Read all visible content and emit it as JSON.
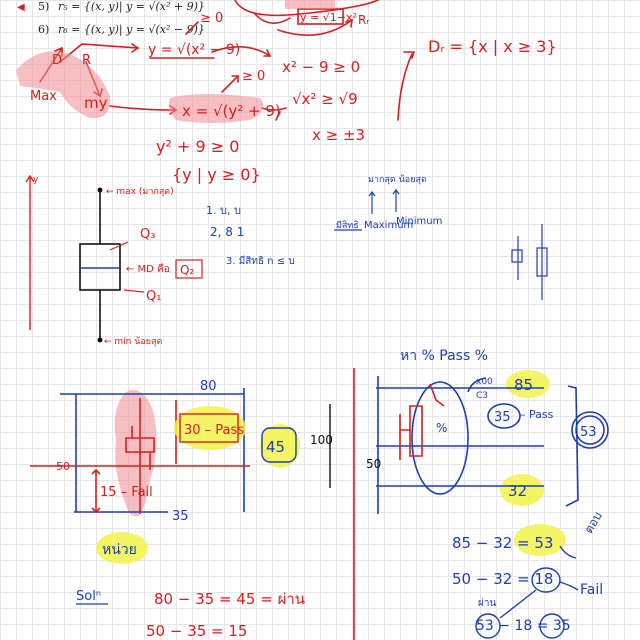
{
  "colors": {
    "ink_red": "#d42020",
    "ink_blue": "#1d3fae",
    "highlight_yellow": "#f3f24a",
    "highlight_pink": "#f08a90",
    "grid": "#e6e6ea"
  },
  "printed": {
    "item5_num": "5)",
    "item5_formula": "r₅ = {(x, y)| y = √(x² + 9)}",
    "item6_num": "6)",
    "item6_formula": "r₆ = {(x, y)| y = √(x² − 9)}"
  },
  "top_section": {
    "top_box_expr": "y = √1−x²",
    "top_r": "Rᵣ",
    "ge0_a": "≥ 0",
    "y_eq": "y = √(x² − 9)",
    "max": "Max",
    "D": "D",
    "R": "R",
    "my": "my",
    "x_eq": "x = √(y² + 9)",
    "ge0_b": "≥ 0",
    "step1": "x² − 9 ≥ 0",
    "step2": "√x² ≥ √9",
    "step3": "x ≥ ±3",
    "dr_set": "Dᵣ = {x | x ≥ 3}",
    "y2": "y² + 9 ≥ 0",
    "y_set": "{y | y ≥ 0}"
  },
  "boxplot": {
    "axis_y": "y",
    "max_label": "← max (มากสุด)",
    "q3": "Q₃",
    "median": "← MD คือ",
    "q2": "Q₂",
    "q1": "Q₁",
    "min_label": "← min น้อยสุด",
    "note1": "1. บ, บ",
    "note2": "2, 8 1",
    "note3": "3. มีสิทธิ n ≤ บ"
  },
  "side_notes": {
    "top_label": "มากสุด น้อยสุด",
    "mini": "Minimum",
    "maxi": "Maximum",
    "prefix": "มีสิทธิ"
  },
  "left_diagram": {
    "n80": "80",
    "n50": "50",
    "n35": "35",
    "pass": "30 – Pass",
    "fail": "15 – Fail",
    "n45": "45",
    "n100": "100",
    "ans": "หน่วย",
    "sol": "Solⁿ",
    "eq1": "80 − 35 = 45 = ผ่าน",
    "eq2": "50 − 35 = 15"
  },
  "right_diagram": {
    "title": "หา % Pass %",
    "x00": "x00",
    "c3": "C3",
    "n85": "85",
    "n35": "35",
    "pass": "– Pass",
    "n50": "50",
    "n32": "32",
    "pct": "%",
    "scribble": "53",
    "answer_tag": "ตอบ",
    "eq1": "85 − 32 = 53",
    "eq2": "50 − 32 = 18",
    "fail": "Fail",
    "pass2": "ผ่าน",
    "eq3": "53 − 18 = 35"
  }
}
